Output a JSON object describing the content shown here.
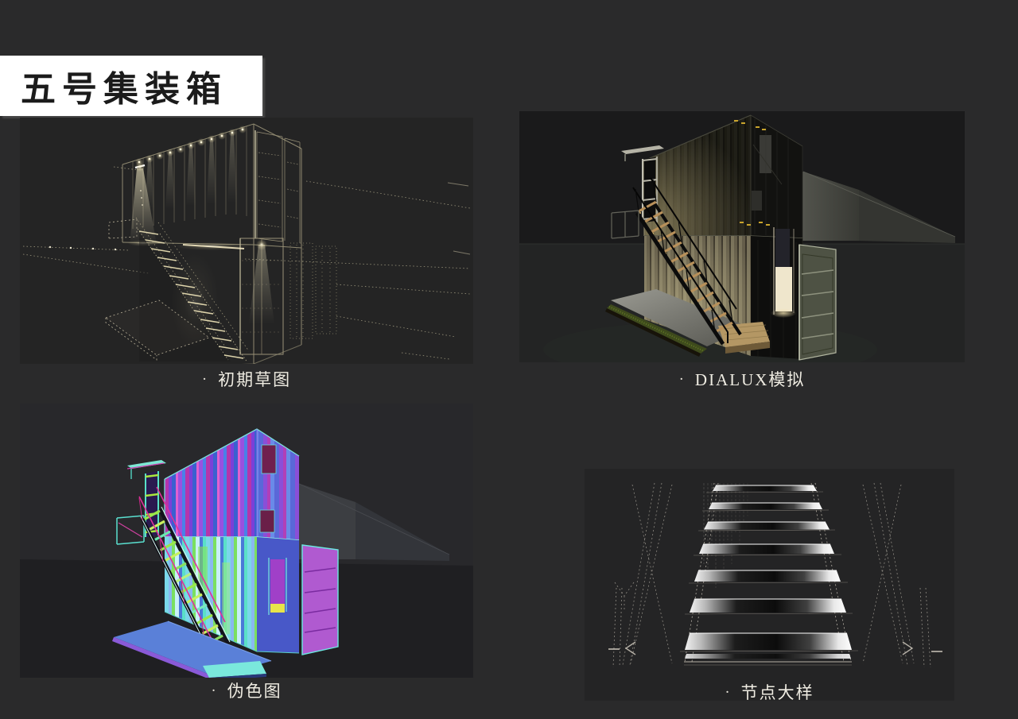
{
  "page": {
    "title": "五号集装箱"
  },
  "panels": [
    {
      "name": "initial-sketch",
      "bullet": "·",
      "label": "初期草图"
    },
    {
      "name": "dialux-simulation",
      "bullet": "·",
      "label": "DIALUX模拟"
    },
    {
      "name": "false-color",
      "bullet": "·",
      "label": "伪色图"
    },
    {
      "name": "node-detail",
      "bullet": "·",
      "label": "节点大样"
    }
  ],
  "palette": {
    "page_bg": "#2a2a2b",
    "panel_bg": "#242424",
    "render_sky": "#1a1a1b",
    "render_ground": "#232424",
    "title_bg": "#ffffff",
    "title_text": "#1b1b1b",
    "caption_text": "#efece2",
    "wireframe": "#cdc5a2",
    "warm_light": "#efe6c0",
    "wood": "#b49764",
    "grass": "#3e4a1c",
    "hazard_yellow": "#c9a42c",
    "fc_magenta": "#c038b0",
    "fc_purple": "#7a40d8",
    "fc_blue": "#4a80e8",
    "fc_cyan": "#6ae8e0",
    "fc_green": "#9ae84a",
    "fc_yellow": "#e8e44a"
  }
}
